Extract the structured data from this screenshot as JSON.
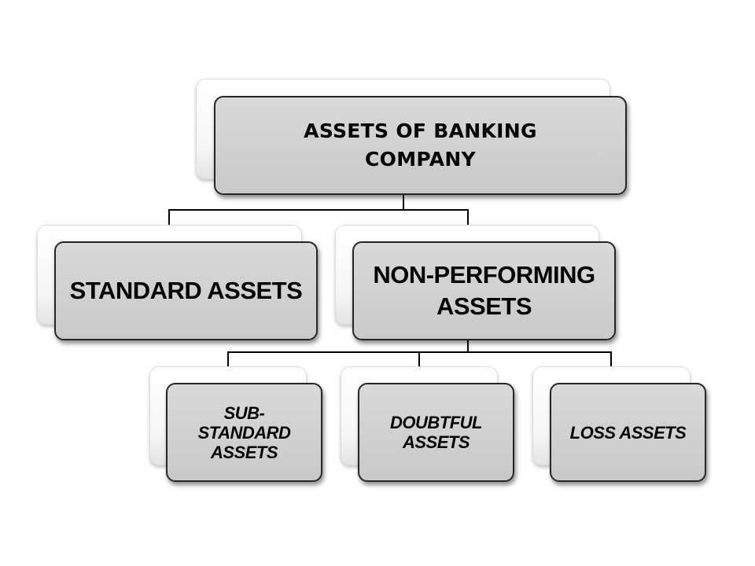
{
  "diagram": {
    "root": {
      "label_line1": "ASSETS OF BANKING",
      "label_line2": "COMPANY"
    },
    "level2": [
      {
        "label_line1": "STANDARD ASSETS"
      },
      {
        "label_line1": "NON-PERFORMING",
        "label_line2": "ASSETS"
      }
    ],
    "level3": [
      {
        "label_line1": "SUB-",
        "label_line2": "STANDARD",
        "label_line3": "ASSETS"
      },
      {
        "label_line1": "DOUBTFUL",
        "label_line2": "ASSETS"
      },
      {
        "label_line1": "LOSS ASSETS"
      }
    ],
    "colors": {
      "box_fill": "#d0d0d0",
      "box_border": "#262626",
      "connector": "#000000",
      "text": "#000000"
    }
  }
}
